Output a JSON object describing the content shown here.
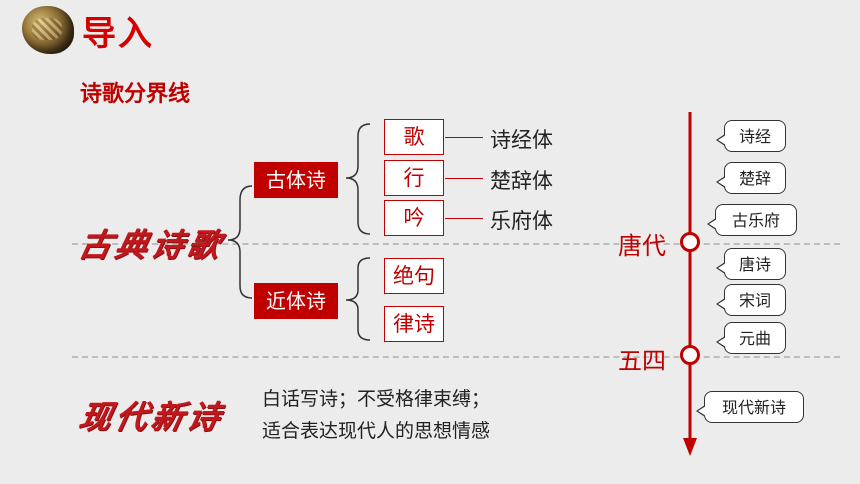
{
  "header": {
    "title": "导入",
    "logo_icon": "rock-logo-icon"
  },
  "subtitle": "诗歌分界线",
  "categories": {
    "classical": "古典诗歌",
    "modern": "现代新诗"
  },
  "ancient_style": {
    "label": "古体诗",
    "forms": [
      {
        "form": "歌",
        "genre": "诗经体"
      },
      {
        "form": "行",
        "genre": "楚辞体"
      },
      {
        "form": "吟",
        "genre": "乐府体"
      }
    ]
  },
  "modern_style": {
    "label": "近体诗",
    "forms": [
      "绝句",
      "律诗"
    ]
  },
  "modern_poetry_desc": [
    "白话写诗；不受格律束缚；",
    "适合表达现代人的思想情感"
  ],
  "timeline": {
    "markers": [
      "唐代",
      "五四"
    ],
    "callouts": [
      "诗经",
      "楚辞",
      "古乐府",
      "唐诗",
      "宋词",
      "元曲",
      "现代新诗"
    ]
  },
  "colors": {
    "accent": "#c00000",
    "title": "#d60000",
    "background": "#ececec"
  }
}
